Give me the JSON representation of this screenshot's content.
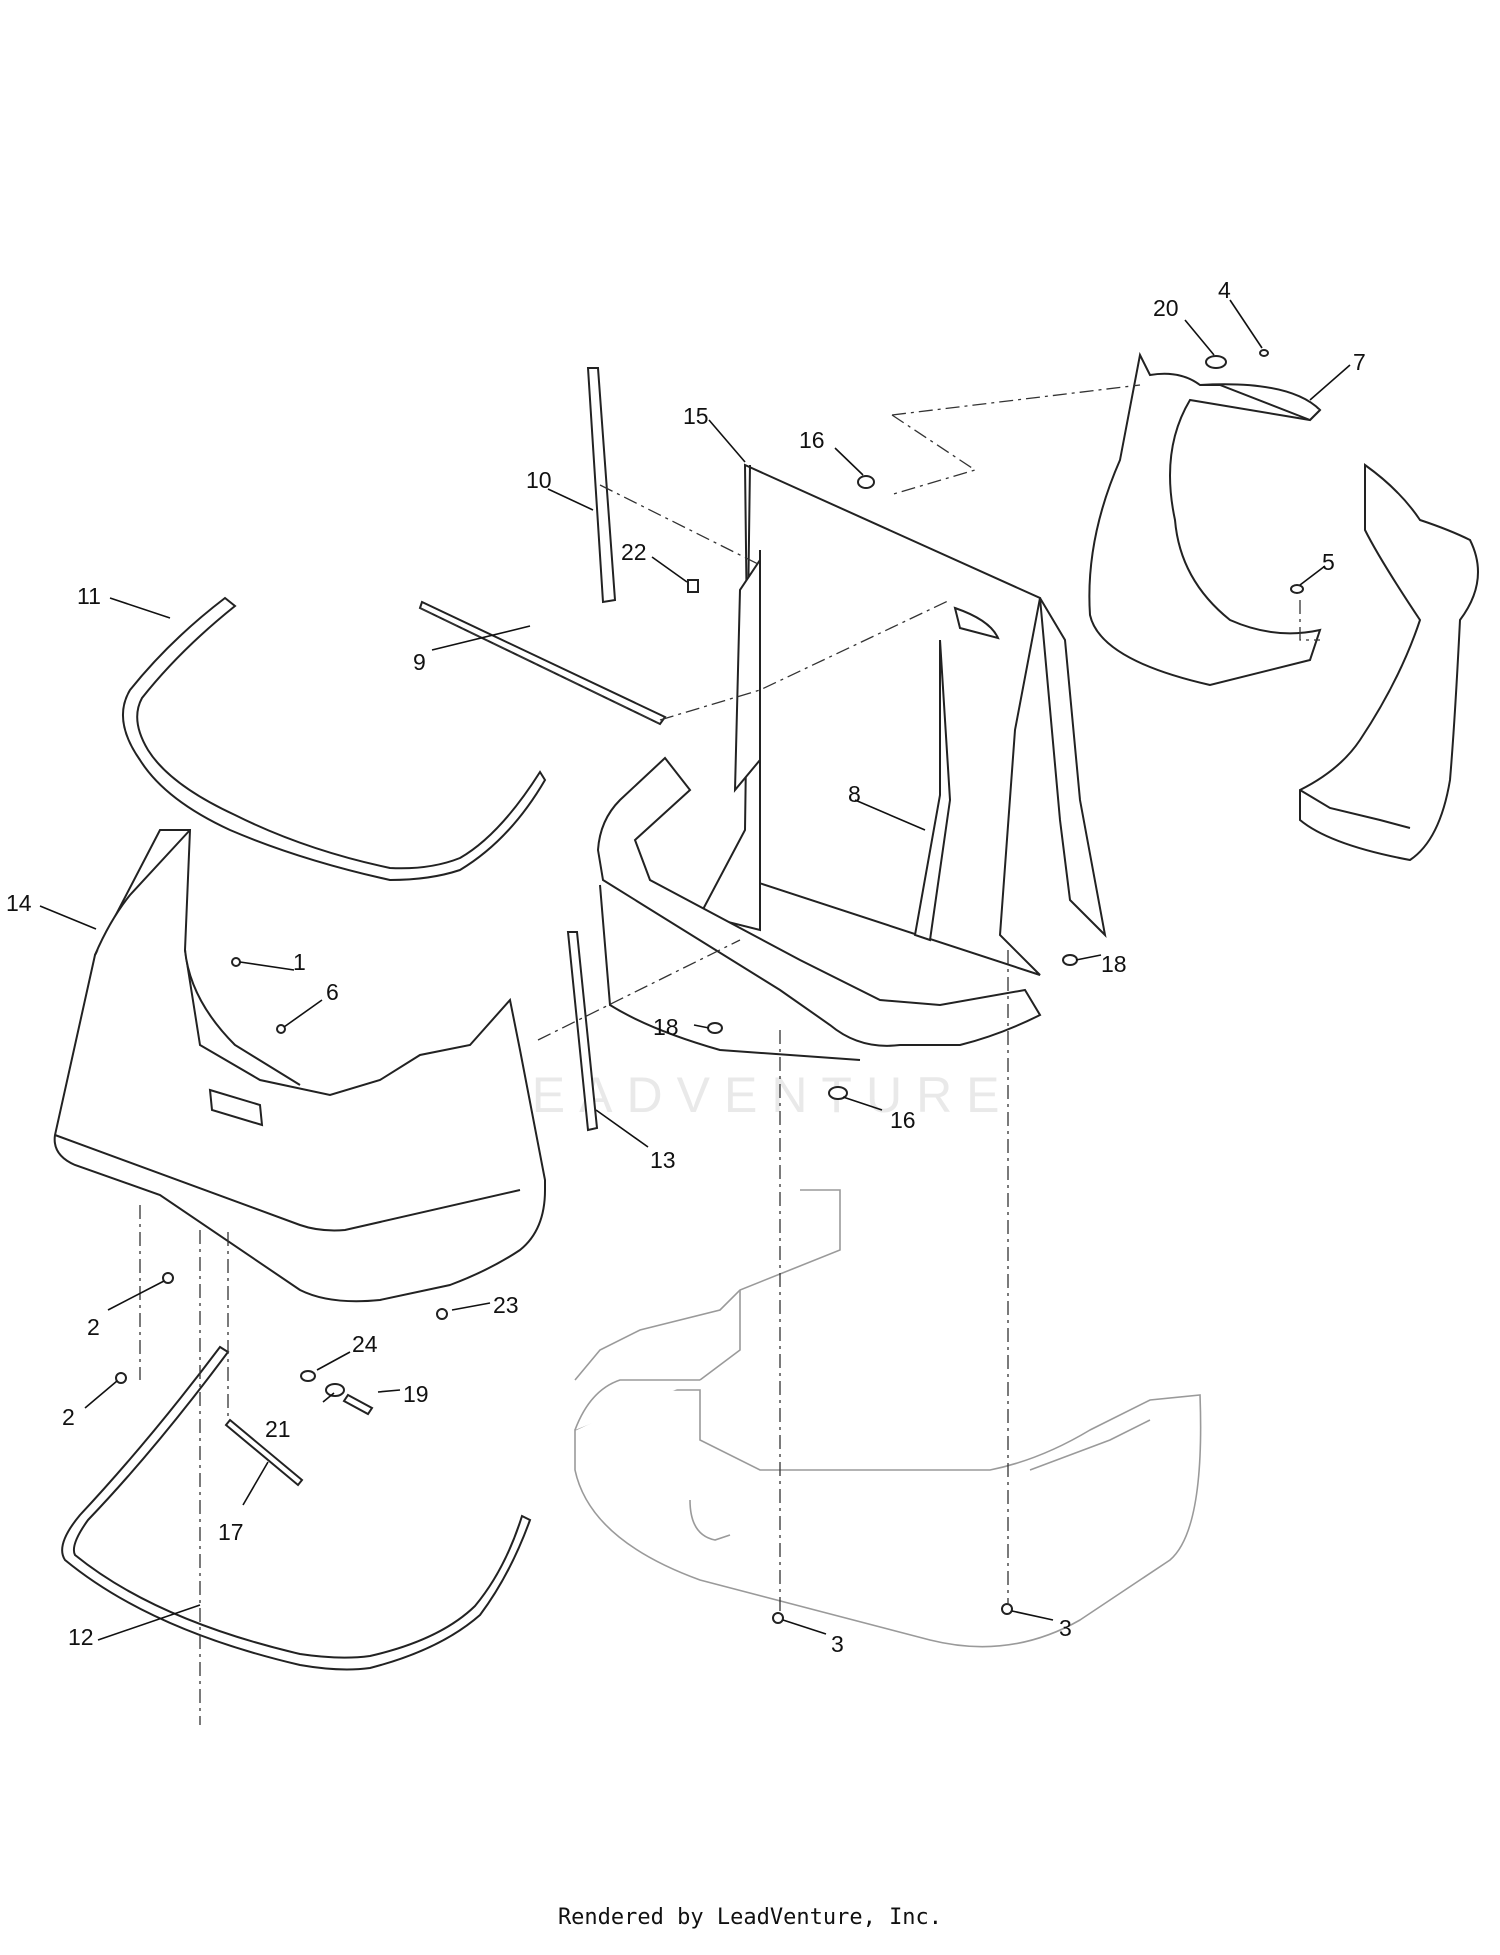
{
  "watermark": "LEADVENTURE",
  "footer": "Rendered by LeadVenture, Inc.",
  "callouts": [
    {
      "id": "c1",
      "label": "1"
    },
    {
      "id": "c2a",
      "label": "2"
    },
    {
      "id": "c2b",
      "label": "2"
    },
    {
      "id": "c3a",
      "label": "3"
    },
    {
      "id": "c3b",
      "label": "3"
    },
    {
      "id": "c4",
      "label": "4"
    },
    {
      "id": "c5",
      "label": "5"
    },
    {
      "id": "c6",
      "label": "6"
    },
    {
      "id": "c7",
      "label": "7"
    },
    {
      "id": "c8",
      "label": "8"
    },
    {
      "id": "c9",
      "label": "9"
    },
    {
      "id": "c10",
      "label": "10"
    },
    {
      "id": "c11",
      "label": "11"
    },
    {
      "id": "c12",
      "label": "12"
    },
    {
      "id": "c13",
      "label": "13"
    },
    {
      "id": "c14",
      "label": "14"
    },
    {
      "id": "c15",
      "label": "15"
    },
    {
      "id": "c16a",
      "label": "16"
    },
    {
      "id": "c16b",
      "label": "16"
    },
    {
      "id": "c17",
      "label": "17"
    },
    {
      "id": "c18a",
      "label": "18"
    },
    {
      "id": "c18b",
      "label": "18"
    },
    {
      "id": "c19",
      "label": "19"
    },
    {
      "id": "c20",
      "label": "20"
    },
    {
      "id": "c21",
      "label": "21"
    },
    {
      "id": "c22",
      "label": "22"
    },
    {
      "id": "c23",
      "label": "23"
    },
    {
      "id": "c24",
      "label": "24"
    }
  ]
}
